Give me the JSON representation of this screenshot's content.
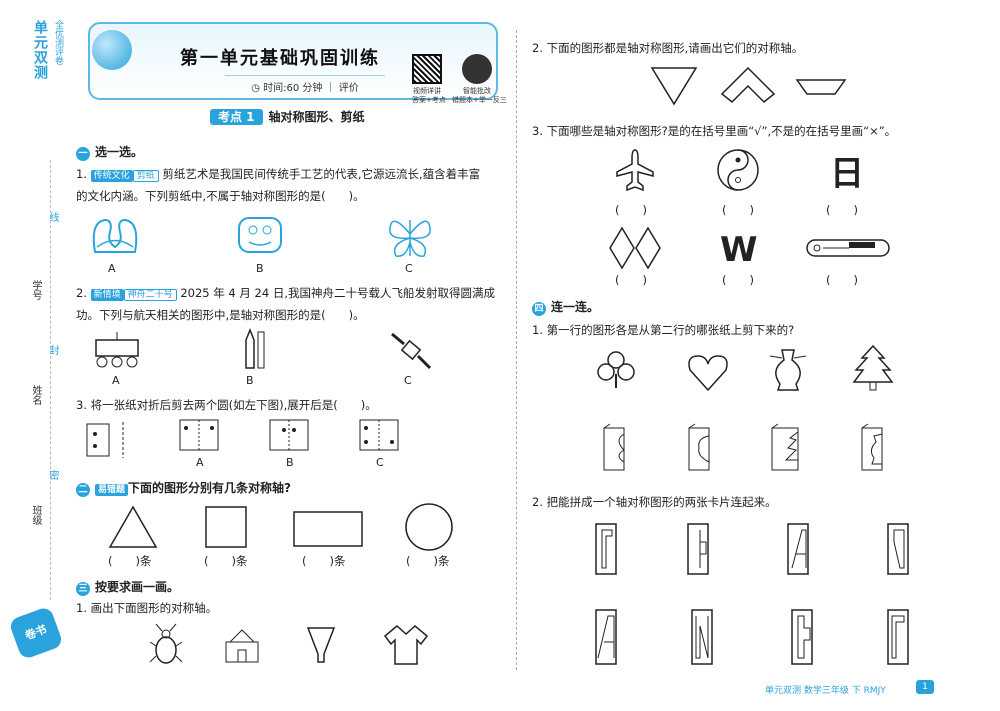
{
  "sidebar": {
    "brand": "单元双测",
    "brand_sub": "全优测评卷",
    "labels": [
      "学号",
      "姓名",
      "班级"
    ],
    "seal_marks": [
      "线",
      "封",
      "密"
    ],
    "mascot": "卷书"
  },
  "header": {
    "title": "第一单元基础巩固训练",
    "time": "时间:60 分钟",
    "eval": "评价",
    "qr1_caption": "视频详讲",
    "qr1_sub": "答案+考点",
    "qr2_caption": "智能批改",
    "qr2_sub": "错题本+举一反三"
  },
  "kaodian": {
    "tag": "考点 1",
    "text": "轴对称图形、剪纸"
  },
  "section1": {
    "num": "一",
    "title": "选一选。",
    "q1_badge1": "传统文化",
    "q1_badge2": "剪纸",
    "q1_line1": "剪纸艺术是我国民间传统手工艺的代表,它源远流长,蕴含着丰富",
    "q1_line2": "的文化内涵。下列剪纸中,不属于轴对称图形的是(　　)。",
    "q1_prefix": "1.",
    "q1_opts": [
      "A",
      "B",
      "C"
    ],
    "q2_prefix": "2.",
    "q2_badge1": "新情境",
    "q2_badge2": "神舟二十号",
    "q2_line1": "2025 年 4 月 24 日,我国神舟二十号载人飞船发射取得圆满成",
    "q2_line2": "功。下列与航天相关的图形中,是轴对称图形的是(　　)。",
    "q2_opts": [
      "A",
      "B",
      "C"
    ],
    "q3": "3. 将一张纸对折后剪去两个圆(如左下图),展开后是(　　)。",
    "q3_opts": [
      "A",
      "B",
      "C"
    ]
  },
  "section2": {
    "num": "二",
    "badge": "易错题",
    "title": "下面的图形分别有几条对称轴?",
    "blanks": [
      "(　　)条",
      "(　　)条",
      "(　　)条",
      "(　　)条"
    ]
  },
  "section3": {
    "num": "三",
    "title": "按要求画一画。",
    "q1": "1. 画出下面图形的对称轴。",
    "q2": "2. 下面的图形都是轴对称图形,请画出它们的对称轴。",
    "q3": "3. 下面哪些是轴对称图形?是的在括号里画“√”,不是的在括号里画“×”。",
    "q3_blanks": [
      "(　　)",
      "(　　)",
      "(　　)",
      "(　　)",
      "(　　)",
      "(　　)"
    ],
    "q3_w": "W",
    "q3_ri": "日"
  },
  "section4": {
    "num": "四",
    "title": "连一连。",
    "q1": "1. 第一行的图形各是从第二行的哪张纸上剪下来的?",
    "q2": "2. 把能拼成一个轴对称图形的两张卡片连起来。"
  },
  "footer": {
    "text": "单元双测 数学三年级 下 RMJY",
    "page": "1"
  }
}
